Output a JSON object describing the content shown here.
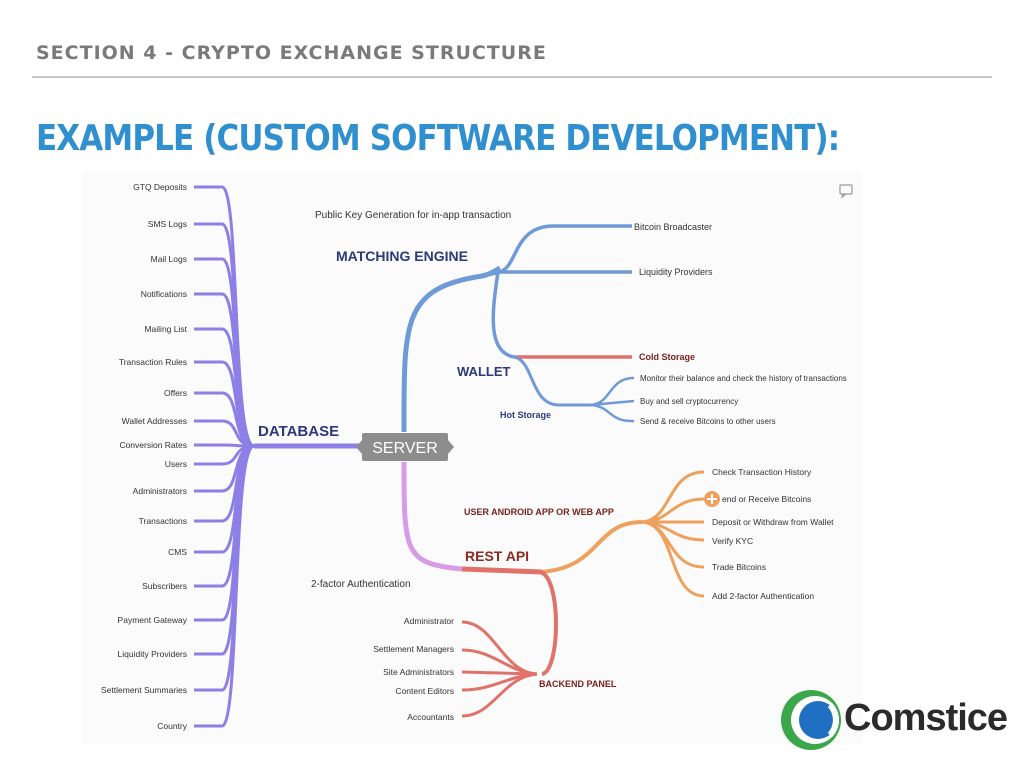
{
  "header": {
    "section": "SECTION 4 - CRYPTO EXCHANGE STRUCTURE",
    "title": "EXAMPLE (CUSTOM SOFTWARE DEVELOPMENT):"
  },
  "diagram": {
    "colors": {
      "database": "#8e7fe6",
      "matching": "#6f9ad8",
      "cold": "#e0706a",
      "server_pink": "#d89be8",
      "rest": "#e1726a",
      "app": "#f0a05d"
    },
    "database": {
      "label": "DATABASE",
      "items": [
        "GTQ Deposits",
        "SMS Logs",
        "Mail Logs",
        "Notifications",
        "Mailing List",
        "Transaction Rules",
        "Offers",
        "Wallet Addresses",
        "Conversion Rates",
        "Users",
        "Administrators",
        "Transactions",
        "CMS",
        "Subscribers",
        "Payment Gateway",
        "Liquidity Providers",
        "Settlement Summaries",
        "Country"
      ]
    },
    "server": {
      "label": "SERVER"
    },
    "matching_engine": {
      "label": "MATCHING ENGINE",
      "note": "Public Key Generation for in-app transaction",
      "items": [
        "Bitcoin Broadcaster",
        "Liquidity Providers"
      ]
    },
    "wallet": {
      "label": "WALLET",
      "cold": "Cold Storage",
      "hot": "Hot Storage",
      "hot_items": [
        "Monitor their balance and check the history of transactions",
        "Buy and sell cryptocurrency",
        "Send & receive Bitcoins to other users"
      ]
    },
    "rest_api": {
      "label": "REST API",
      "note": "2-factor Authentication"
    },
    "user_app": {
      "label": "USER ANDROID APP OR WEB APP",
      "items": [
        "Check Transaction History",
        "end or Receive Bitcoins",
        "Deposit or Withdraw from Wallet",
        "Verify KYC",
        "Trade Bitcoins",
        "Add 2-factor Authentication"
      ]
    },
    "backend": {
      "label": "BACKEND PANEL",
      "items": [
        "Administrator",
        "Settlement Managers",
        "Site Administrators",
        "Content Editors",
        "Accountants"
      ]
    }
  },
  "logo": {
    "text": "Comstice"
  }
}
